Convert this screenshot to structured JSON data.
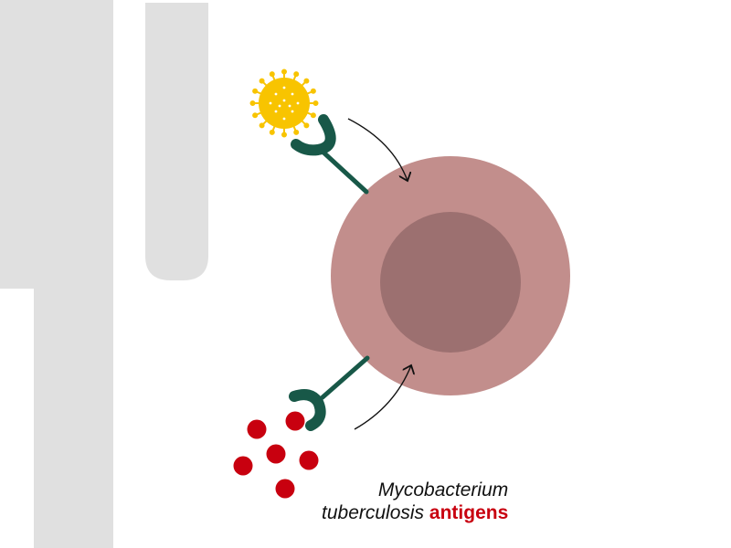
{
  "label": {
    "line1": "Mycobacterium",
    "line2_italic": "tuberculosis",
    "line2_highlight": "antigens"
  },
  "colors": {
    "background_shape": "#e0e0e0",
    "cell_outer": "#c28e8c",
    "cell_nucleus": "#9c7070",
    "receptor": "#185848",
    "virus": "#f8c400",
    "antigen": "#c8000f",
    "highlight_text": "#c8000f"
  }
}
